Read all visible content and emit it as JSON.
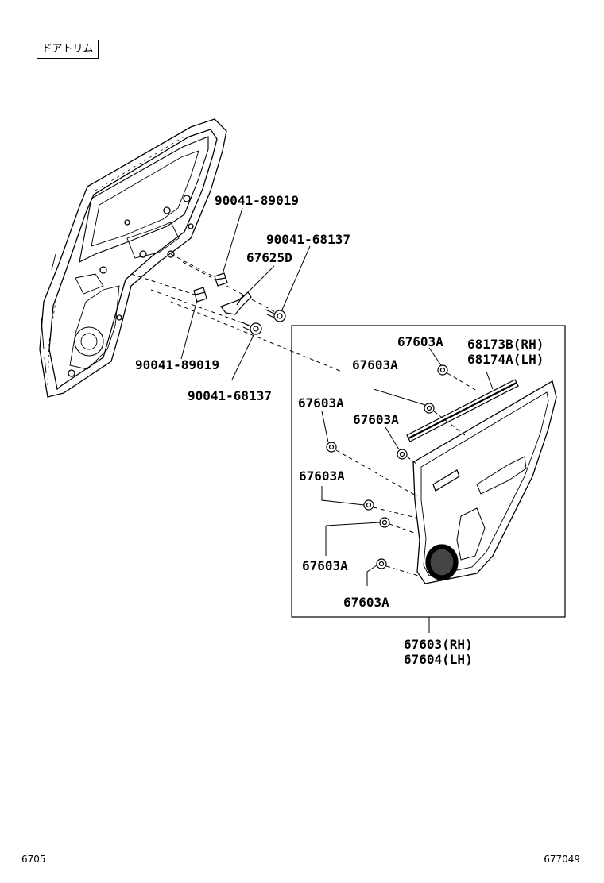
{
  "header": {
    "title": "ドアトリム"
  },
  "labels": {
    "clip_upper": "90041-89019",
    "screw_upper": "90041-68137",
    "bracket": "67625D",
    "clip_lower": "90041-89019",
    "screw_lower": "90041-68137",
    "clip_a1": "67603A",
    "clip_a2": "67603A",
    "clip_a3": "67603A",
    "clip_a4": "67603A",
    "clip_a5": "67603A",
    "clip_a6": "67603A",
    "clip_a7": "67603A",
    "weatherstrip_rh": "68173B(RH)",
    "weatherstrip_lh": "68174A(LH)",
    "panel_rh": "67603(RH)",
    "panel_lh": "67604(LH)"
  },
  "footer": {
    "left_code": "6705",
    "right_code": "677049"
  }
}
